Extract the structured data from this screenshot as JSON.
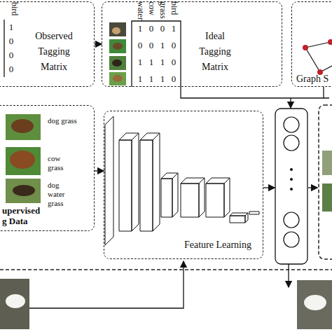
{
  "diagram": {
    "nodes": [
      {
        "text": [
          "Observed Tagging Matrix"
        ]
      },
      {
        "text": [
          "Ideal Tagging Matrix"
        ]
      },
      {
        "text": [
          "Graph S"
        ]
      },
      {
        "text": [
          "upervised g Data"
        ]
      },
      {
        "text": [
          "Feature Learning"
        ]
      }
    ],
    "edges": [
      {
        "from": 0,
        "to": 1,
        "arrow": "to"
      },
      {
        "from": 3,
        "to": 4,
        "arrow": "to"
      }
    ],
    "labels": [
      "bird",
      "1",
      "0",
      "0",
      "0",
      "water",
      "cow",
      "grass",
      "bird",
      "1",
      "0",
      "0",
      "1",
      "0",
      "0",
      "1",
      "0",
      "1",
      "1",
      "1",
      "0",
      "1",
      "1",
      "1",
      "0",
      "dog grass",
      "cow grass",
      "dog water grass"
    ]
  }
}
